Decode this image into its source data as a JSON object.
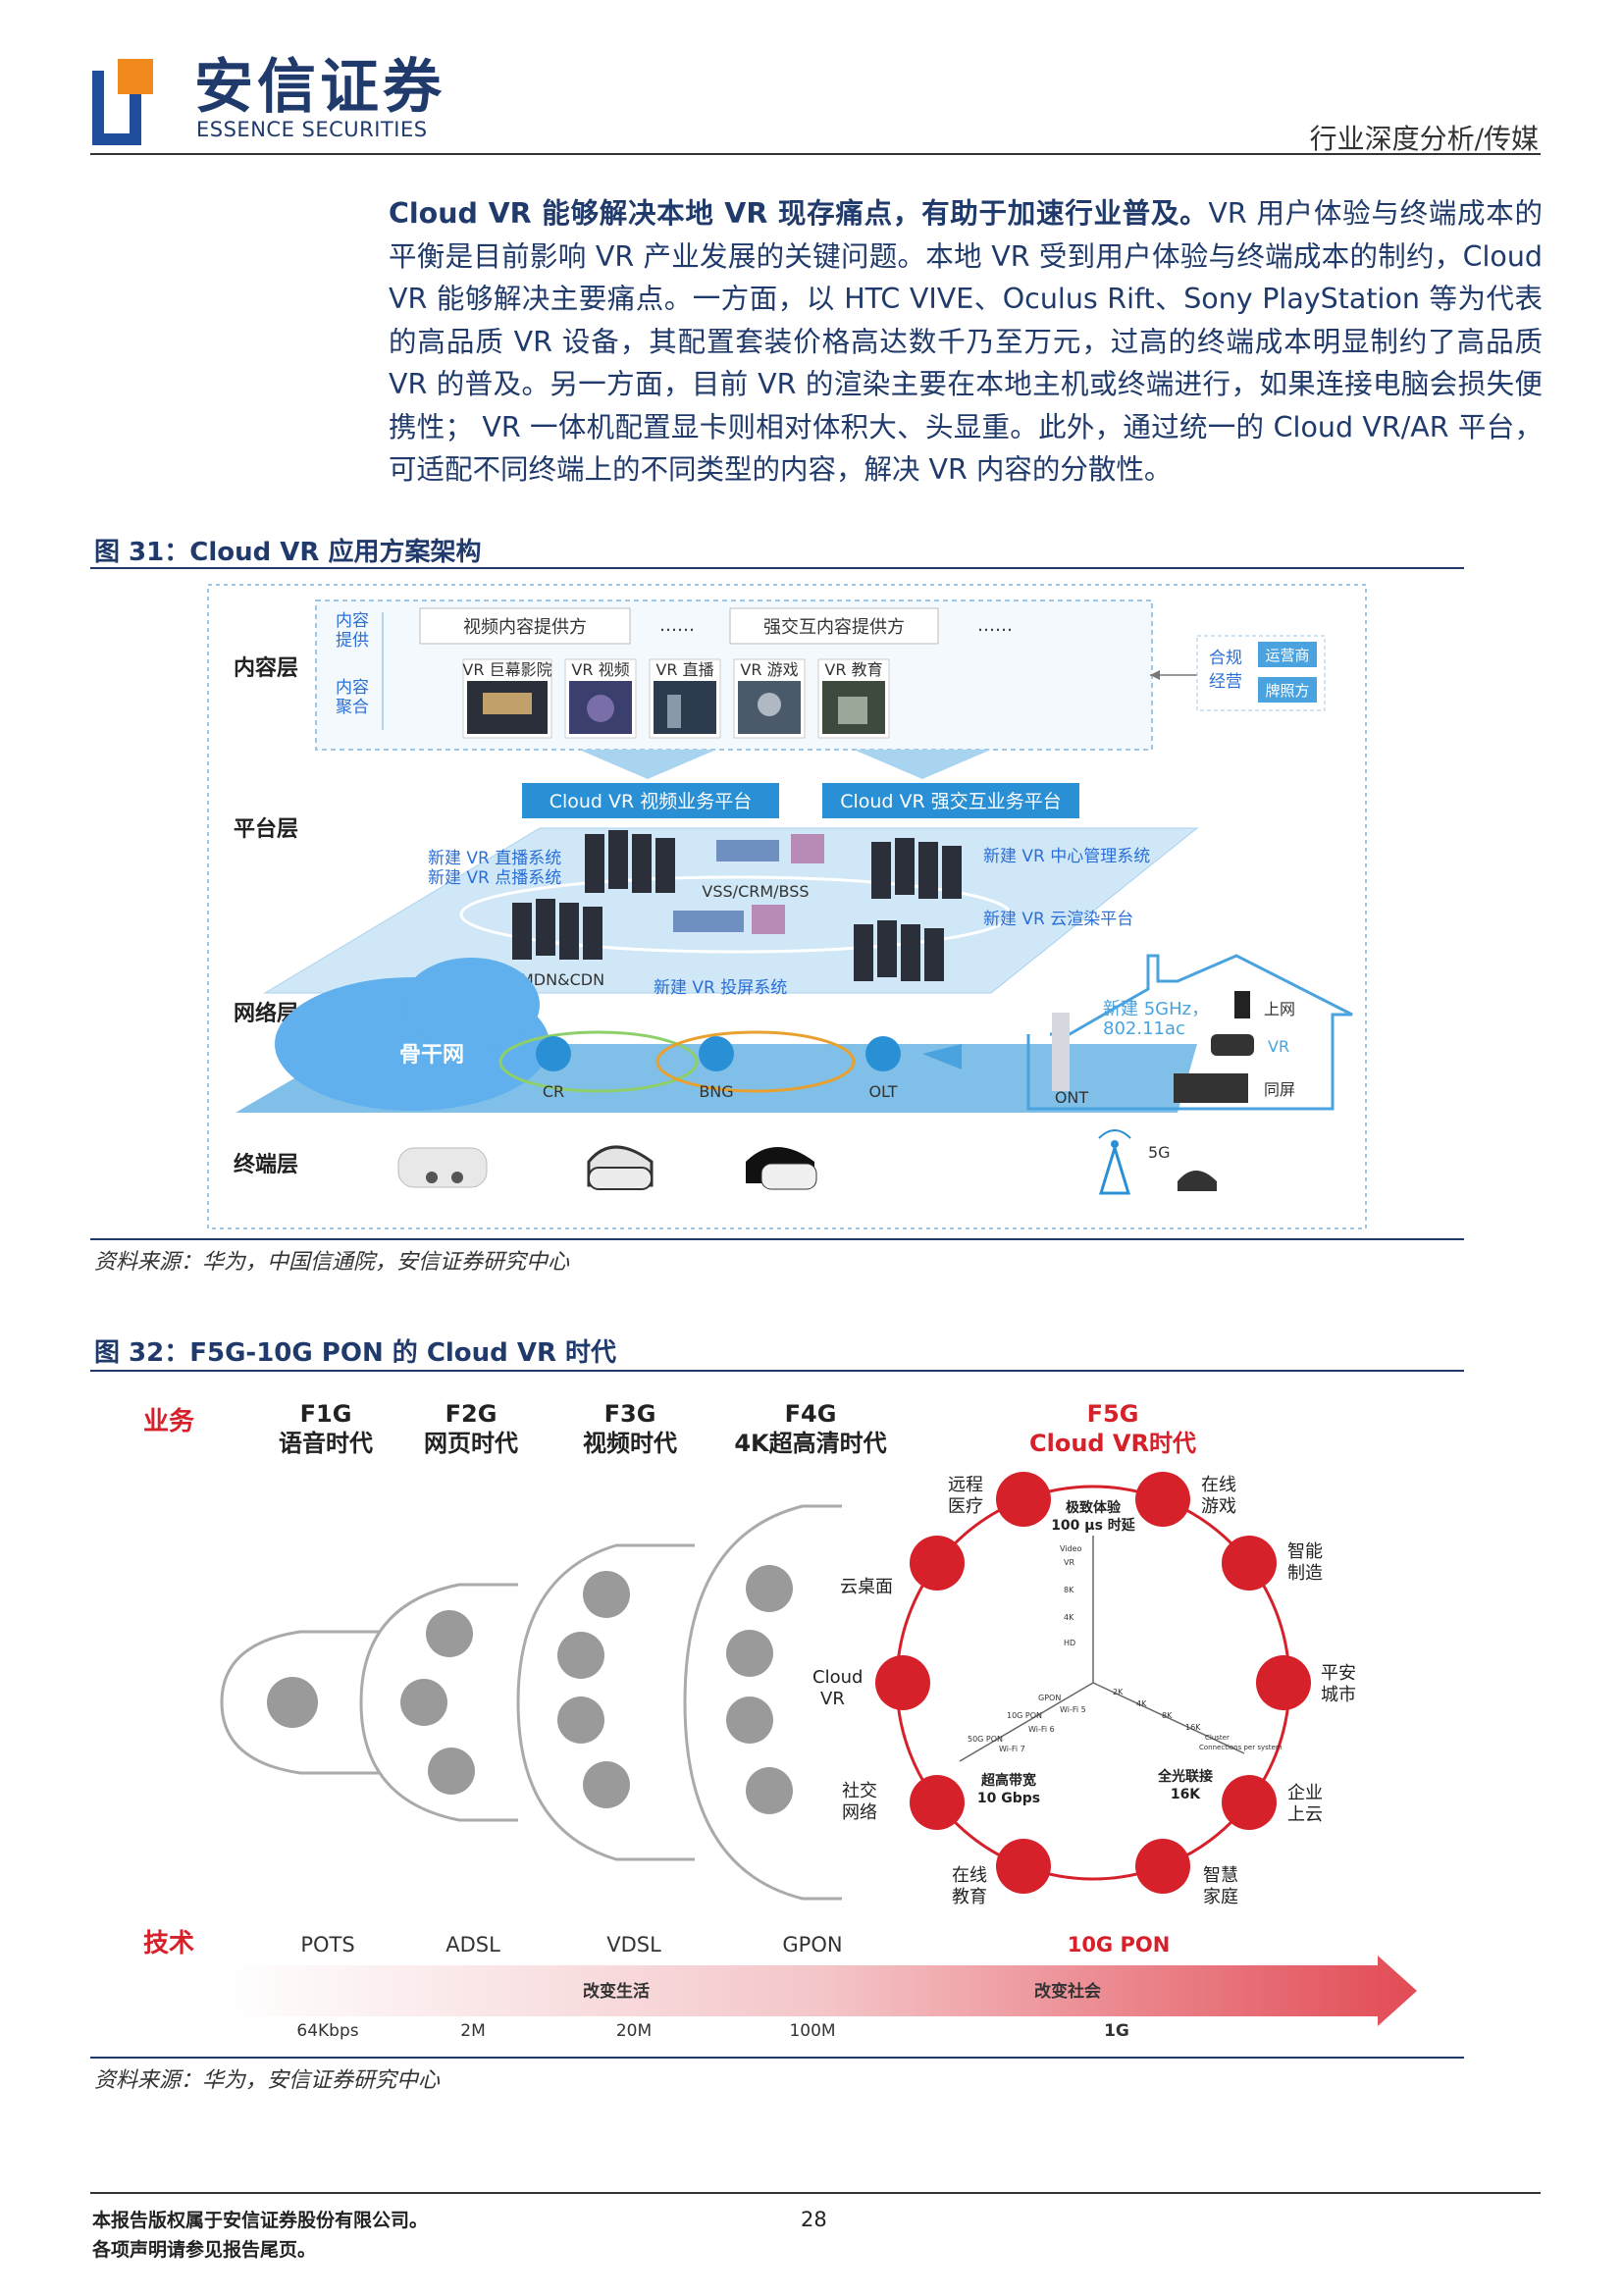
{
  "header": {
    "brand_cn": "安信证券",
    "brand_en": "ESSENCE SECURITIES",
    "category": "行业深度分析/传媒"
  },
  "intro": {
    "lead": "Cloud VR 能够解决本地 VR 现存痛点，有助于加速行业普及。",
    "body": "VR 用户体验与终端成本的平衡是目前影响 VR 产业发展的关键问题。本地 VR 受到用户体验与终端成本的制约，Cloud VR 能够解决主要痛点。一方面，以 HTC VIVE、Oculus Rift、Sony PlayStation 等为代表的高品质 VR 设备，其配置套装价格高达数千乃至万元，过高的终端成本明显制约了高品质 VR 的普及。另一方面，目前 VR 的渲染主要在本地主机或终端进行，如果连接电脑会损失便携性； VR 一体机配置显卡则相对体积大、头显重。此外，通过统一的 Cloud VR/AR 平台，可适配不同终端上的不同类型的内容，解决 VR 内容的分散性。"
  },
  "fig31": {
    "caption": "图 31：Cloud VR 应用方案架构",
    "source": "资料来源：华为，中国信通院，安信证券研究中心",
    "layers": [
      "内容层",
      "平台层",
      "网络层",
      "终端层"
    ],
    "content_provider": [
      "内容",
      "提供"
    ],
    "content_aggregate": [
      "内容",
      "聚合"
    ],
    "video_provider": "视频内容提供方",
    "interactive_provider": "强交互内容提供方",
    "dots": "……",
    "thumbnails": [
      "VR 巨幕影院",
      "VR 视频",
      "VR 直播",
      "VR 游戏",
      "VR 教育"
    ],
    "compliance": [
      "合规",
      "经营"
    ],
    "operator": "运营商",
    "licensee": "牌照方",
    "platform_video": "Cloud VR 视频业务平台",
    "platform_interactive": "Cloud VR 强交互业务平台",
    "new_live": "新建 VR 直播系统",
    "new_vod": "新建 VR 点播系统",
    "vss": "VSS/CRM/BSS",
    "center_mgmt": "新建 VR 中心管理系统",
    "cloud_render": "新建 VR 云渲染平台",
    "mdn": "MDN&CDN",
    "projection": "新建 VR 投屏系统",
    "backbone": "骨干网",
    "cr": "CR",
    "bng": "BNG",
    "olt": "OLT",
    "wifi": "新建 5GHz，",
    "wifi_std": "802.11ac",
    "ont": "ONT",
    "internet": "上网",
    "vr": "VR",
    "mirror": "同屏",
    "five_g": "5G"
  },
  "fig32": {
    "caption": "图 32：F5G-10G PON 的 Cloud VR 时代",
    "source": "资料来源：华为，安信证券研究中心",
    "business_label": "业务",
    "tech_label": "技术",
    "eras": [
      {
        "gen": "F1G",
        "name": "语音时代"
      },
      {
        "gen": "F2G",
        "name": "网页时代"
      },
      {
        "gen": "F3G",
        "name": "视频时代"
      },
      {
        "gen": "F4G",
        "name": "4K超高清时代"
      }
    ],
    "f5g": {
      "gen": "F5G",
      "name": "Cloud VR时代"
    },
    "ring_items": [
      "远程\n医疗",
      "在线\n游戏",
      "智能\n制造",
      "平安\n城市",
      "企业\n上云",
      "智慧\n家庭",
      "在线\n教育",
      "社交\n网络",
      "Cloud\nVR",
      "云桌面"
    ],
    "center": {
      "experience": "极致体验",
      "latency": "100 μs 时延",
      "bandwidth": "超高带宽",
      "bandwidth_val": "10 Gbps",
      "connect": "全光联接",
      "connect_val": "16K",
      "axis_video": "Video",
      "axis_vr": "VR",
      "axis_8k": "8K",
      "axis_4k": "4K",
      "axis_hd": "HD",
      "pon_labels": [
        "GPON",
        "10G PON",
        "50G PON"
      ],
      "wifi_labels": [
        "Wi-Fi 5",
        "Wi-Fi 6",
        "Wi-Fi 7"
      ],
      "k_labels": [
        "2K",
        "4K",
        "8K",
        "16K"
      ],
      "cluster": "Cluster",
      "cluster2": "Connections per system"
    },
    "tech": [
      "POTS",
      "ADSL",
      "VDSL",
      "GPON",
      "10G PON"
    ],
    "speeds": [
      "64Kbps",
      "2M",
      "20M",
      "100M",
      "1G"
    ],
    "change_life": "改变生活",
    "change_society": "改变社会",
    "colors": {
      "red": "#d6202a",
      "icon_grey": "#9a9a9a"
    }
  },
  "footer": {
    "line1": "本报告版权属于安信证券股份有限公司。",
    "line2": "各项声明请参见报告尾页。",
    "page": "28"
  }
}
